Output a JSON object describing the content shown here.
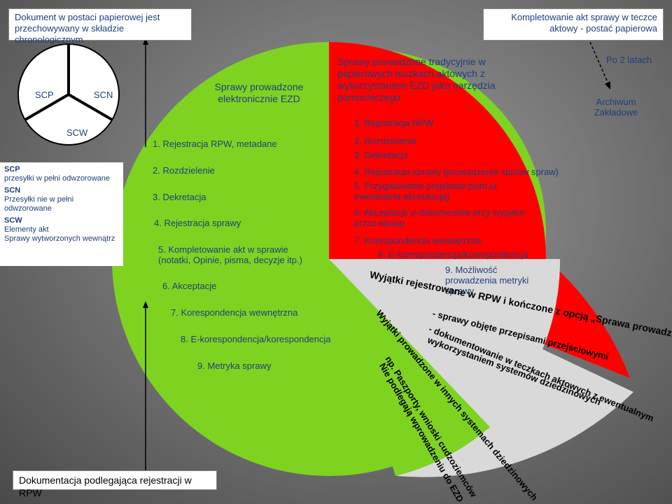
{
  "top_left_box": "Dokument w postaci papierowej jest przechowywany w składzie chronologicznym",
  "top_right_box": "Kompletowanie akt sprawy w teczce aktowy - postać papierowa",
  "after_2_years": "Po 2 latach",
  "archive": "Archiwum Zakładowe",
  "small_circle": {
    "scp": "SCP",
    "scn": "SCN",
    "scw": "SCW"
  },
  "legend": {
    "scp_title": "SCP",
    "scp_desc": "przesyłki w pełni odwzorowane",
    "scn_title": "SCN",
    "scn_desc": "Przesyłki nie w pełni odwzorowane",
    "scw_title": "SCW",
    "scw_desc1": "Elementy akt",
    "scw_desc2": "Sprawy wytworzonych wewnątrz"
  },
  "ezd": {
    "title": "Sprawy prowadzone elektronicznie EZD",
    "steps": [
      "1. Rejestracja RPW, metadane",
      "2. Rozdzielenie",
      "3. Dekretacja",
      "4. Rejestracja sprawy",
      "5. Kompletowanie akt w sprawie (notatki, Opinie, pisma, decyzje itp.)",
      "6. Akceptacje",
      "7. Korespondencja wewnętrzna",
      "8. E-korespondencja/korespondencja",
      "9. Metryka sprawy"
    ]
  },
  "traditional": {
    "title": "Sprawy prowadzone tradycyjnie w papierowych teczkach aktowych z wykorzystaniem EZD jako narzędzia pomocniczego",
    "steps": [
      "1. Rejestracja RPW",
      "2. Rozdzielenie",
      "3. Dekretacja",
      "4. Rejestracja sprawy (prowadzenie spisów spraw)",
      "5. Przygotowanie projektów pism (z ewentualną akceptacją)",
      "6. Akceptacje e-dokumentów przy wysyłce przez epuap",
      "7. Korespondencja wewnętrzna",
      "8. E-korespondencja/korespondencja",
      "9. Możliwość prowadzenia metryki sprawy"
    ]
  },
  "exceptions": {
    "line1": "Wyjątki rejestrowane w RPW i kończone z opcją „Sprawa prowadzona poza EZD”",
    "line2": "- sprawy objęte przepisami przejściowymi",
    "line3": "- dokumentowanie w teczkach aktowych z ewentualnym",
    "line4": "wykorzystaniem systemów dziedzinowych",
    "line5": "Wyjątki prowadzone w innych systemach dziedzinowych",
    "line6": "np. Paszporty, wnioski cudzoziemców",
    "line7": "Nie podlegają wprowadzeniu do EZD"
  },
  "bottom_box": "Dokumentacja podlegająca rejestracji w RPW",
  "colors": {
    "green": "#7ed321",
    "red": "#ff0000",
    "grey": "#d9d9d9",
    "navy": "#1f3f7a"
  }
}
